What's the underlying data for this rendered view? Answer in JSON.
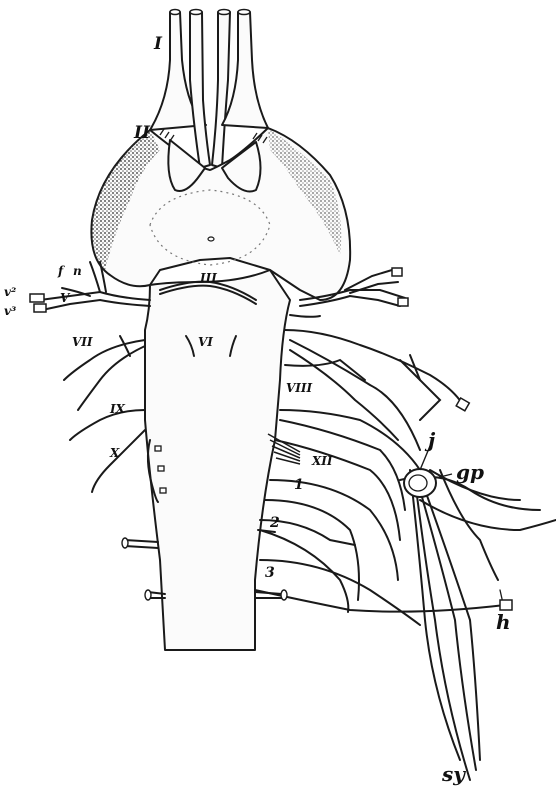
{
  "labels": {
    "I": "I",
    "II": "II",
    "III": "III",
    "V": "V",
    "VI": "VI",
    "VII": "VII",
    "VIII": "VIII",
    "IX": "IX",
    "X": "X",
    "XII": "XII",
    "v2": "v²",
    "v3": "v³",
    "f": "f",
    "n": "n",
    "j": "j",
    "gp": "gp",
    "h": "h",
    "sy": "sy",
    "spinal_1": "1",
    "spinal_2": "2",
    "spinal_3": "3"
  }
}
